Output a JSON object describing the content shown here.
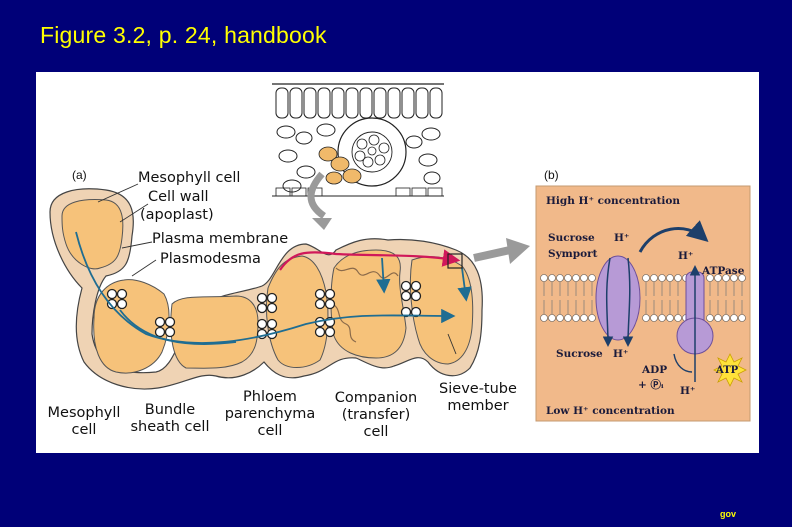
{
  "slide": {
    "title": "Figure 3.2, p. 24, handbook",
    "footer": "gov"
  },
  "panel_a": {
    "tag": "(a)",
    "labels": {
      "mesophyll_cell_top": "Mesophyll cell",
      "cell_wall_line1": "Cell wall",
      "cell_wall_line2": "(apoplast)",
      "plasma_membrane": "Plasma membrane",
      "plasmodesma": "Plasmodesma",
      "mesophyll_cell_bottom_line1": "Mesophyll",
      "mesophyll_cell_bottom_line2": "cell",
      "bundle_sheath_line1": "Bundle",
      "bundle_sheath_line2": "sheath cell",
      "phloem_line1": "Phloem",
      "phloem_line2": "parenchyma",
      "phloem_line3": "cell",
      "companion_line1": "Companion",
      "companion_line2": "(transfer)",
      "companion_line3": "cell",
      "sieve_line1": "Sieve-tube",
      "sieve_line2": "member"
    }
  },
  "panel_b": {
    "tag": "(b)",
    "high": "High H⁺ concentration",
    "low": "Low H⁺ concentration",
    "sucrose_top": "Sucrose",
    "h_top": "H⁺",
    "symport": "Symport",
    "h_right": "H⁺",
    "atpase": "ATPase",
    "sucrose_bottom": "Sucrose",
    "h_bottom": "H⁺",
    "adp": "ADP",
    "pi": "+ Ⓟᵢ",
    "atp": "ATP",
    "h_bottom_right": "H⁺"
  },
  "colors": {
    "background": "#000078",
    "title": "#ffff00",
    "cell_fill": "#f6c27a",
    "cell_wall": "#efd3b4",
    "flow_arrow": "#1f6d92",
    "panel_b_bg": "#f1b98a",
    "carrier": "#b79ad6"
  }
}
